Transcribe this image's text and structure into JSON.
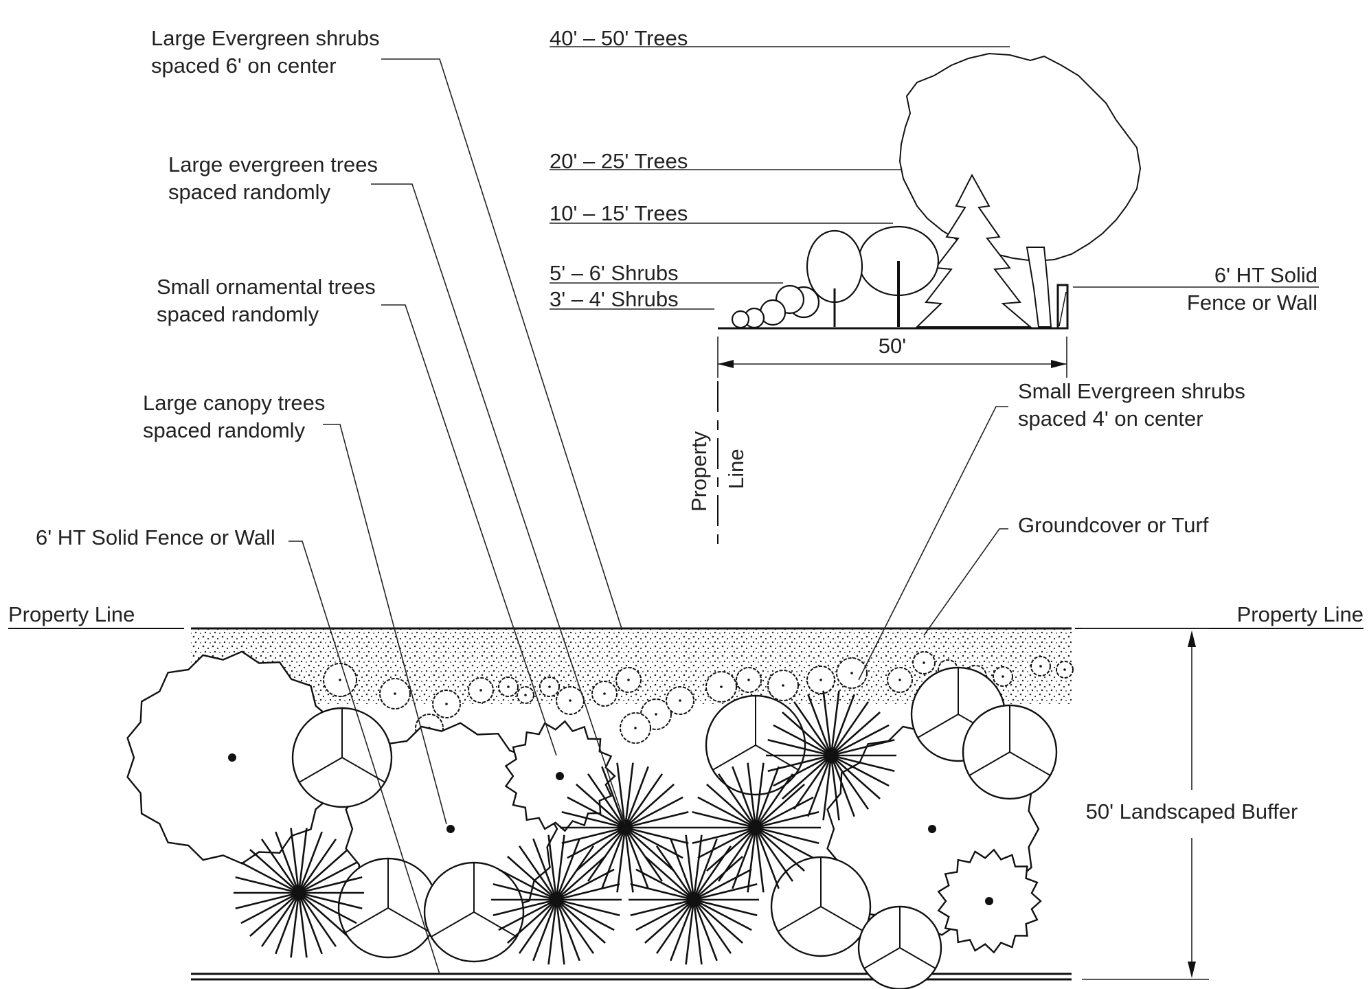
{
  "section": {
    "heights": [
      "40' – 50' Trees",
      "20' – 25' Trees",
      "10' – 15' Trees",
      "5' – 6' Shrubs",
      "3' – 4' Shrubs"
    ],
    "fence_label_line1": "6' HT Solid",
    "fence_label_line2": "Fence or Wall",
    "width_dim": "50'",
    "property_line_1": "Property",
    "property_line_2": "Line"
  },
  "callouts": {
    "large_evergreen_shrubs": [
      "Large Evergreen shrubs",
      "spaced 6' on center"
    ],
    "large_evergreen_trees": [
      "Large evergreen trees",
      "spaced randomly"
    ],
    "small_ornamental_trees": [
      "Small ornamental trees",
      "spaced randomly"
    ],
    "large_canopy_trees": [
      "Large canopy trees",
      "spaced randomly"
    ],
    "fence_plan": "6' HT Solid Fence or Wall",
    "small_evergreen_shrubs": [
      "Small Evergreen shrubs",
      "spaced 4' on center"
    ],
    "groundcover": "Groundcover or Turf"
  },
  "plan": {
    "property_line_left": "Property Line",
    "property_line_right": "Property Line",
    "buffer_label": "50' Landscaped Buffer"
  }
}
